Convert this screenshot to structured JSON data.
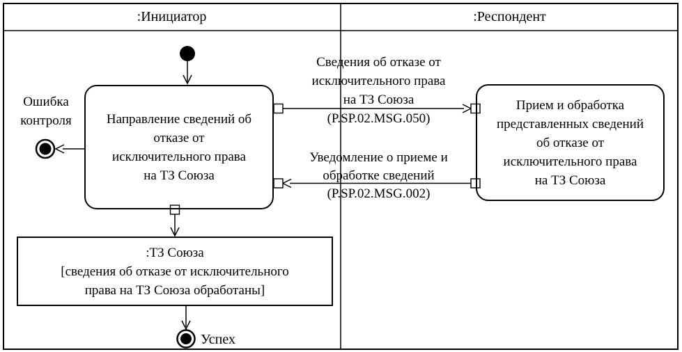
{
  "diagram": {
    "type": "uml-activity-swimlane",
    "colors": {
      "line": "#000000",
      "background": "#ffffff"
    },
    "lanes": {
      "initiator": ":Инициатор",
      "respondent": ":Респондент"
    },
    "nodes": {
      "action_initiator": "Направление сведений об\nотказе от\nисключительного права\nна ТЗ Союза",
      "action_respondent": "Прием и обработка\nпредставленных сведений\nоб отказе от\nисключительного права\nна ТЗ Союза",
      "error_final_label": "Ошибка\nконтроля",
      "object_state": ":ТЗ Союза\n[сведения об отказе от исключительного\nправа на ТЗ Союза обработаны]",
      "success_final_label": "Успех"
    },
    "messages": {
      "request": "Сведения об отказе от\nисключительного права\nна ТЗ Союза\n(P.SP.02.MSG.050)",
      "response": "Уведомление о приеме и\nобработке сведений\n(P.SP.02.MSG.002)"
    }
  }
}
